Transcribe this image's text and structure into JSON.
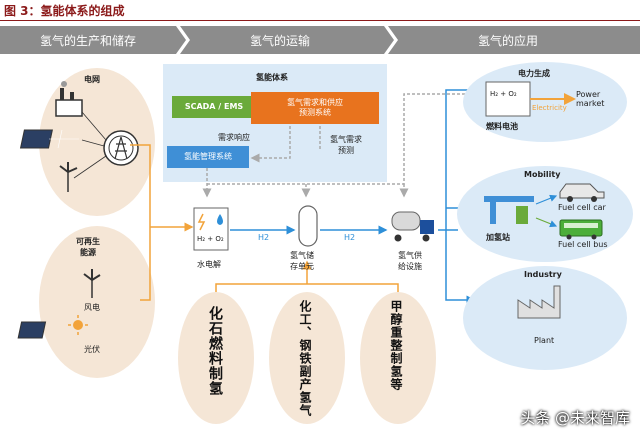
{
  "title": "图 3：氢能体系的组成",
  "stages": [
    "氢气的生产和储存",
    "氢气的运输",
    "氢气的应用"
  ],
  "production": {
    "grid_label": "电网",
    "renewable_label": "可再生\n能源",
    "wind_label": "风电",
    "solar_label": "光伏"
  },
  "system": {
    "title": "氢能体系",
    "scada": "SCADA / EMS",
    "demand_supply": "氢气需求和供应\n预测系统",
    "response": "需求响应",
    "demand_forecast": "氢气需求\n预测",
    "management": "氢能管理系统"
  },
  "chain": {
    "electrolysis": "水电解",
    "storage": "氢气储\n存单元",
    "supply": "氢气供\n给设施",
    "h2_label_1": "H2",
    "h2_label_2": "H2",
    "h2_o2": "H₂ + O₂"
  },
  "applications": {
    "power_title": "电力生成",
    "electricity": "Electricity",
    "power_market": "Power\nmarket",
    "fuel_cell": "燃料电池",
    "mobility_title": "Mobility",
    "fuel_cell_car": "Fuel cell car",
    "fuel_cell_bus": "Fuel cell bus",
    "station": "加氢站",
    "industry_title": "Industry",
    "plant": "Plant"
  },
  "sources": [
    "化石燃料制氢",
    "化工、钢铁副产氢气",
    "甲醇重整制氢等"
  ],
  "watermark": "头条 @未来智库",
  "colors": {
    "accent_red": "#8b1a1a",
    "header_gray": "#8c8c8c",
    "orange": "#f2a33a",
    "blue": "#2e8fd8",
    "sky": "#dbeaf7",
    "scada_green": "#6aaa3a",
    "demand_orange": "#e8731e",
    "mgmt_blue": "#3f8fd6",
    "tan": "#f5e6d6"
  }
}
